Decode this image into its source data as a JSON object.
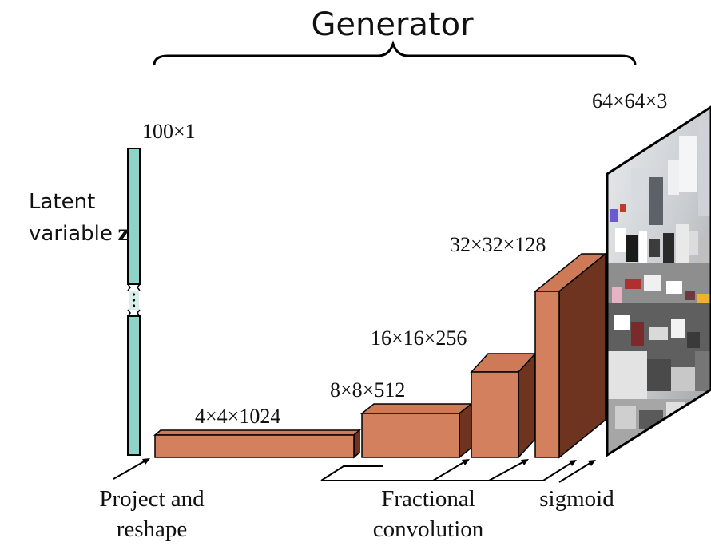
{
  "title": "Generator",
  "latent": {
    "label_line1": "Latent",
    "label_line2": "variable",
    "symbol": "z",
    "size": "100×1",
    "color": "#8ed3c7"
  },
  "blocks": [
    {
      "size": "4×4×1024"
    },
    {
      "size": "8×8×512"
    },
    {
      "size": "16×16×256"
    },
    {
      "size": "32×32×128"
    }
  ],
  "output": {
    "size": "64×64×3"
  },
  "operations": {
    "project_line1": "Project and",
    "project_line2": "reshape",
    "frac_line1": "Fractional",
    "frac_line2": "convolution",
    "sigmoid": "sigmoid"
  },
  "colors": {
    "block_front": "#d3805f",
    "block_top": "#cf7a57",
    "block_side": "#6e3420",
    "stroke": "#000000"
  }
}
